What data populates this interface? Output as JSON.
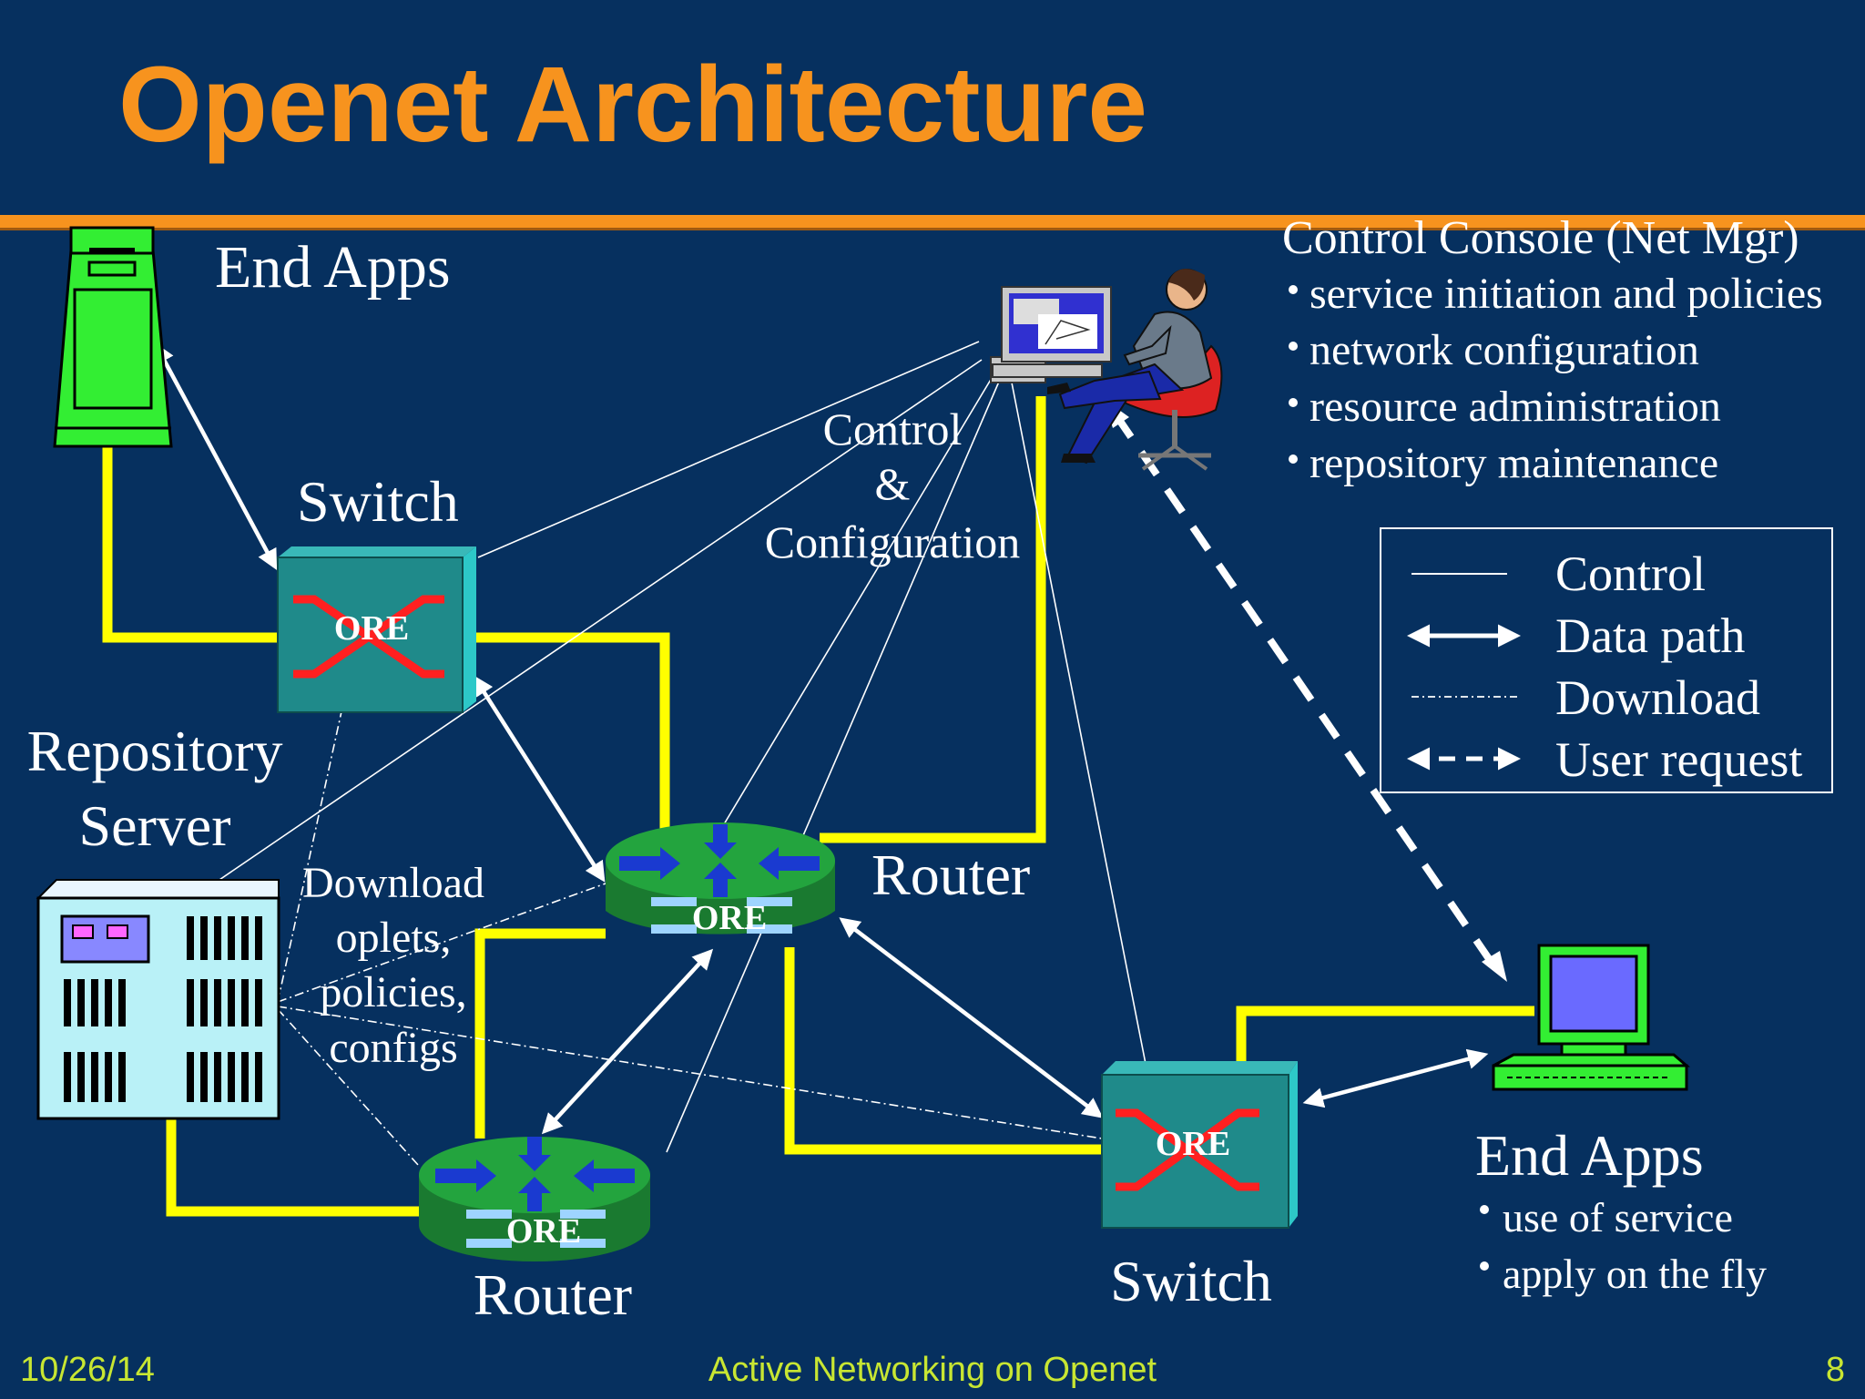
{
  "slide": {
    "title": "Openet Architecture",
    "footer_date": "10/26/14",
    "footer_title": "Active Networking on Openet",
    "page_number": "8"
  },
  "labels": {
    "end_apps_top": "End Apps",
    "switch_top": "Switch",
    "repository_line1": "Repository",
    "repository_line2": "Server",
    "download_lines": [
      "Download",
      "oplets,",
      "policies,",
      "configs"
    ],
    "control_lines": [
      "Control",
      "&",
      "Configuration"
    ],
    "router_mid": "Router",
    "router_bottom": "Router",
    "switch_bottom": "Switch",
    "ore": "ORE"
  },
  "console": {
    "heading": "Control Console (Net Mgr)",
    "bullets": [
      "service initiation and policies",
      "network configuration",
      "resource administration",
      "repository maintenance"
    ]
  },
  "end_apps_bottom": {
    "heading": "End Apps",
    "bullets": [
      "use of service",
      "apply on the fly"
    ]
  },
  "legend": {
    "items": [
      "Control",
      "Data path",
      "Download",
      "User request"
    ]
  },
  "colors": {
    "background": "#06305f",
    "title": "#f7931e",
    "yellow_link": "#ffff00",
    "footer": "#c8e632",
    "switch_box": "#1f8a8a",
    "router_green": "#1f9a3a",
    "computer_green": "#33ee33",
    "ore_x": "#ff2020"
  }
}
